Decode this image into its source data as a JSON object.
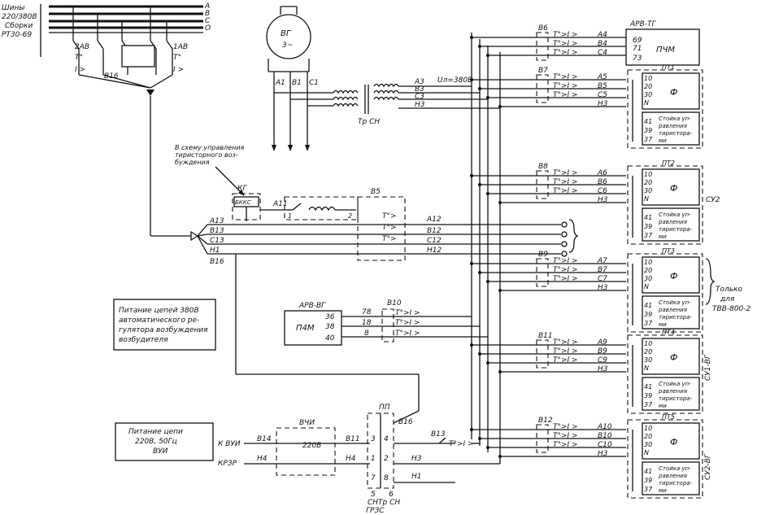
{
  "diagram": {
    "bus_title": [
      "Шины",
      "220/380В",
      "Сборки",
      "РТ30-69"
    ],
    "bus_phases": [
      "А",
      "В",
      "С",
      "О"
    ],
    "breakers": [
      "2АВ",
      "1АВ"
    ],
    "relay_t": "Т°",
    "relay_i": "I >",
    "relay_t_only": "Т°>",
    "relay_ti": "Т°>I >",
    "generator": {
      "name": "ВГ",
      "symbol": "3~",
      "phases": [
        "А1",
        "В1",
        "С1"
      ]
    },
    "transformer": "Тр СН",
    "voltage": "Uл=380В",
    "wires": {
      "a3": "А3",
      "b3": "В3",
      "c3": "С3",
      "h3": "Н3",
      "a11": "А11",
      "a13": "А13",
      "b13": "В13",
      "c13": "С13",
      "h1": "Н1",
      "b16": "В16",
      "a12": "А12",
      "b12": "В12",
      "c12": "С12",
      "h12": "Н12",
      "b14": "В14",
      "h4": "Н4",
      "b11": "В11"
    },
    "coil_terms": [
      "1",
      "2"
    ],
    "arv_tg": {
      "title": "АРВ-ТГ",
      "name": "ПЧМ",
      "terms": [
        "69",
        "71",
        "73"
      ]
    },
    "note_thyristor": [
      "В схему управления",
      "тиристорного воз-",
      "буждения"
    ],
    "kg": {
      "name": "КГ",
      "block": "БККС"
    },
    "b5": {
      "name": "В5"
    },
    "note_380": [
      "Питание цепей 380В",
      "автоматического ре-",
      "гулятора возбуждения",
      "возбудителя"
    ],
    "arv_vg": {
      "title": "АРВ-ВГ",
      "name": "П4М",
      "terms": [
        "36",
        "38",
        "40"
      ],
      "wires": [
        "78",
        "18",
        "8"
      ]
    },
    "b10": {
      "name": "В10"
    },
    "note_220": [
      "Питание цепи",
      "220В, 50Гц",
      "ВУИ"
    ],
    "vchi": {
      "name": "ВЧИ",
      "label": "220В",
      "left": [
        "К ВУИ",
        "КРЗР"
      ]
    },
    "pp": {
      "name": "ПП",
      "terms": [
        "3",
        "4",
        "1",
        "2",
        "7",
        "8",
        "5",
        "6"
      ],
      "bottom": [
        "СНТр СН",
        "ГРЗС"
      ]
    },
    "su2": "СУ2",
    "only_note": [
      "Только",
      "для",
      "ТВВ-800-2"
    ],
    "su1vg": "СУ1-ВГ",
    "su2vg": "СУ2-ВГ",
    "rows": [
      {
        "breaker": "В6",
        "wires": [
          "А4",
          "В4",
          "С4"
        ],
        "panel": null
      },
      {
        "breaker": "В7",
        "wires": [
          "А5",
          "В5",
          "С5",
          "Н3"
        ],
        "panel": "ПТ1"
      },
      {
        "breaker": "В8",
        "wires": [
          "А6",
          "В6",
          "С6",
          "Н3"
        ],
        "panel": "ПТ2"
      },
      {
        "breaker": "В9",
        "wires": [
          "А7",
          "В7",
          "С7",
          "Н3"
        ],
        "panel": "ПТ3"
      },
      {
        "breaker": "В11",
        "wires": [
          "А9",
          "В9",
          "С9",
          "Н3"
        ],
        "panel": "ПТ4"
      },
      {
        "breaker": "В12",
        "wires": [
          "А10",
          "В10",
          "С10",
          "Н3"
        ],
        "panel": "ПТ5"
      }
    ],
    "panel_terms": [
      "10",
      "20",
      "30",
      "N"
    ],
    "panel_bottom_terms": [
      "41",
      "39",
      "37"
    ],
    "panel_phi": "Ф",
    "panel_text": [
      "Стойка уп-",
      "равления",
      "тиристора-",
      "ми"
    ]
  }
}
